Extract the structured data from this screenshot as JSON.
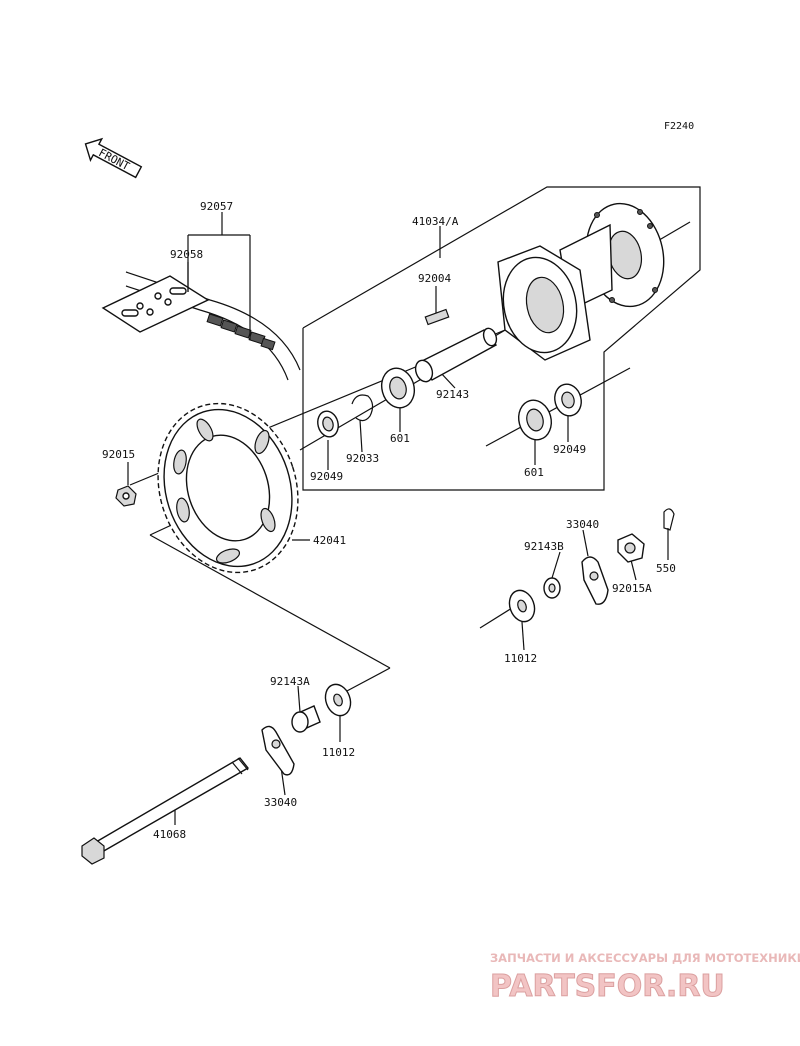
{
  "diagram": {
    "code": "F2240",
    "front_label": "FRONT",
    "parts": [
      {
        "id": "p-92057",
        "label": "92057"
      },
      {
        "id": "p-92058",
        "label": "92058"
      },
      {
        "id": "p-41034",
        "label": "41034/A"
      },
      {
        "id": "p-92004",
        "label": "92004"
      },
      {
        "id": "p-92143",
        "label": "92143"
      },
      {
        "id": "p-92015",
        "label": "92015"
      },
      {
        "id": "p-92049a",
        "label": "92049"
      },
      {
        "id": "p-92033",
        "label": "92033"
      },
      {
        "id": "p-601a",
        "label": "601"
      },
      {
        "id": "p-601b",
        "label": "601"
      },
      {
        "id": "p-92049b",
        "label": "92049"
      },
      {
        "id": "p-42041",
        "label": "42041"
      },
      {
        "id": "p-33040a",
        "label": "33040"
      },
      {
        "id": "p-92143b",
        "label": "92143B"
      },
      {
        "id": "p-92015a",
        "label": "92015A"
      },
      {
        "id": "p-550",
        "label": "550"
      },
      {
        "id": "p-11012a",
        "label": "11012"
      },
      {
        "id": "p-92143a",
        "label": "92143A"
      },
      {
        "id": "p-11012b",
        "label": "11012"
      },
      {
        "id": "p-33040b",
        "label": "33040"
      },
      {
        "id": "p-41068",
        "label": "41068"
      }
    ]
  },
  "watermark": {
    "tagline": "ЗАПЧАСТИ И АКСЕССУАРЫ ДЛЯ МОТОТЕХНИКИ",
    "brand": "PARTSFOR.RU"
  }
}
